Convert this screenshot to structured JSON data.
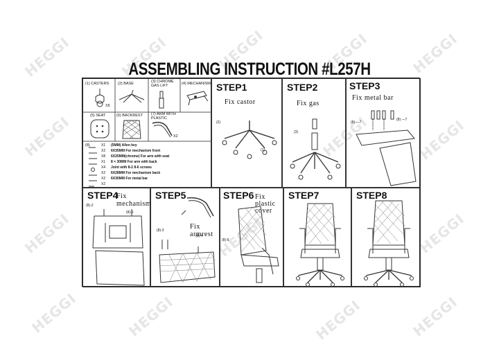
{
  "watermark": "HEGGI",
  "title": "ASSEMBLING INSTRUCTION #L257H",
  "parts": {
    "casters": {
      "label": "(1) CASTERS",
      "qty": "X5"
    },
    "base": {
      "label": "(2)  BASE"
    },
    "gas_lift": {
      "label": "(3)    CHROME GAS LIFT"
    },
    "mechanism": {
      "label": "(4) MECHANISM"
    },
    "seat": {
      "label": "(5)  SEAT"
    },
    "backrest": {
      "label": "(6) BACKREST"
    },
    "arm": {
      "label": "(7)   ARM WITH PLASTIC",
      "qty": "X2"
    }
  },
  "hardware": {
    "label": "(8)",
    "rows": [
      {
        "qty": "X1",
        "desc": "(5MM)  Allen key"
      },
      {
        "qty": "X2",
        "desc": "6X35MM  For mechanism front"
      },
      {
        "qty": "X8",
        "desc": "6X25MM(chrome) For arm with seat"
      },
      {
        "qty": "X1",
        "desc": "8 × 30MM  For arm with back"
      },
      {
        "qty": "X4",
        "desc": "Joint with 8-2 8-6 screws"
      },
      {
        "qty": "X2",
        "desc": "6X28MM  For mechanism back"
      },
      {
        "qty": "X2",
        "desc": "6X30MM  For metal bar"
      },
      {
        "qty": "X2",
        "desc": ""
      }
    ]
  },
  "steps": [
    {
      "label": "STEP1",
      "caption": "Fix castor",
      "codes": [
        "(2)",
        "(1)"
      ]
    },
    {
      "label": "STEP2",
      "caption": "Fix gas",
      "codes": [
        "(3)"
      ]
    },
    {
      "label": "STEP3",
      "caption": "Fix metal bar",
      "codes": [
        "(8) —7",
        "(8) —7"
      ]
    },
    {
      "label": "STEP4",
      "caption": "Fix mechanism",
      "codes": [
        "(8)-2",
        "(8)-5"
      ]
    },
    {
      "label": "STEP5",
      "caption": "Fix armrest",
      "codes": [
        "(8)-3",
        "(8)-4"
      ]
    },
    {
      "label": "STEP6",
      "caption": "Fix plastic cover",
      "codes": [
        "(8)-6"
      ]
    },
    {
      "label": "STEP7",
      "caption": "",
      "codes": []
    },
    {
      "label": "STEP8",
      "caption": "",
      "codes": []
    }
  ]
}
